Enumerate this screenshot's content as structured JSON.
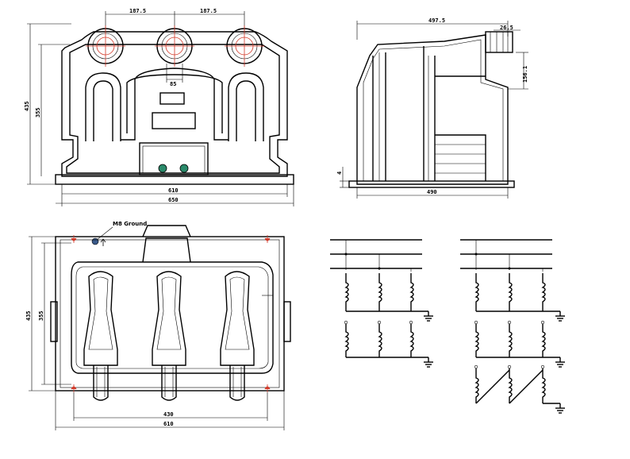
{
  "dims": {
    "front_top_left": "187.5",
    "front_top_right": "187.5",
    "front_center_gap": "85",
    "front_height_outer": "435",
    "front_height_inner": "355",
    "front_base_inner": "610",
    "front_base_outer": "650",
    "side_width": "497.5",
    "side_bushing": "26.5",
    "side_bushing_height": "156.1",
    "side_base": "490",
    "side_small": "4",
    "top_height_outer": "435",
    "top_height_inner": "355",
    "top_width_inner": "430",
    "top_width_outer": "610"
  },
  "labels": {
    "ground": "M8 Ground"
  },
  "colors": {
    "line": "#000000",
    "centerline": "#d23a2a",
    "terminal": "#2a8a6a"
  }
}
